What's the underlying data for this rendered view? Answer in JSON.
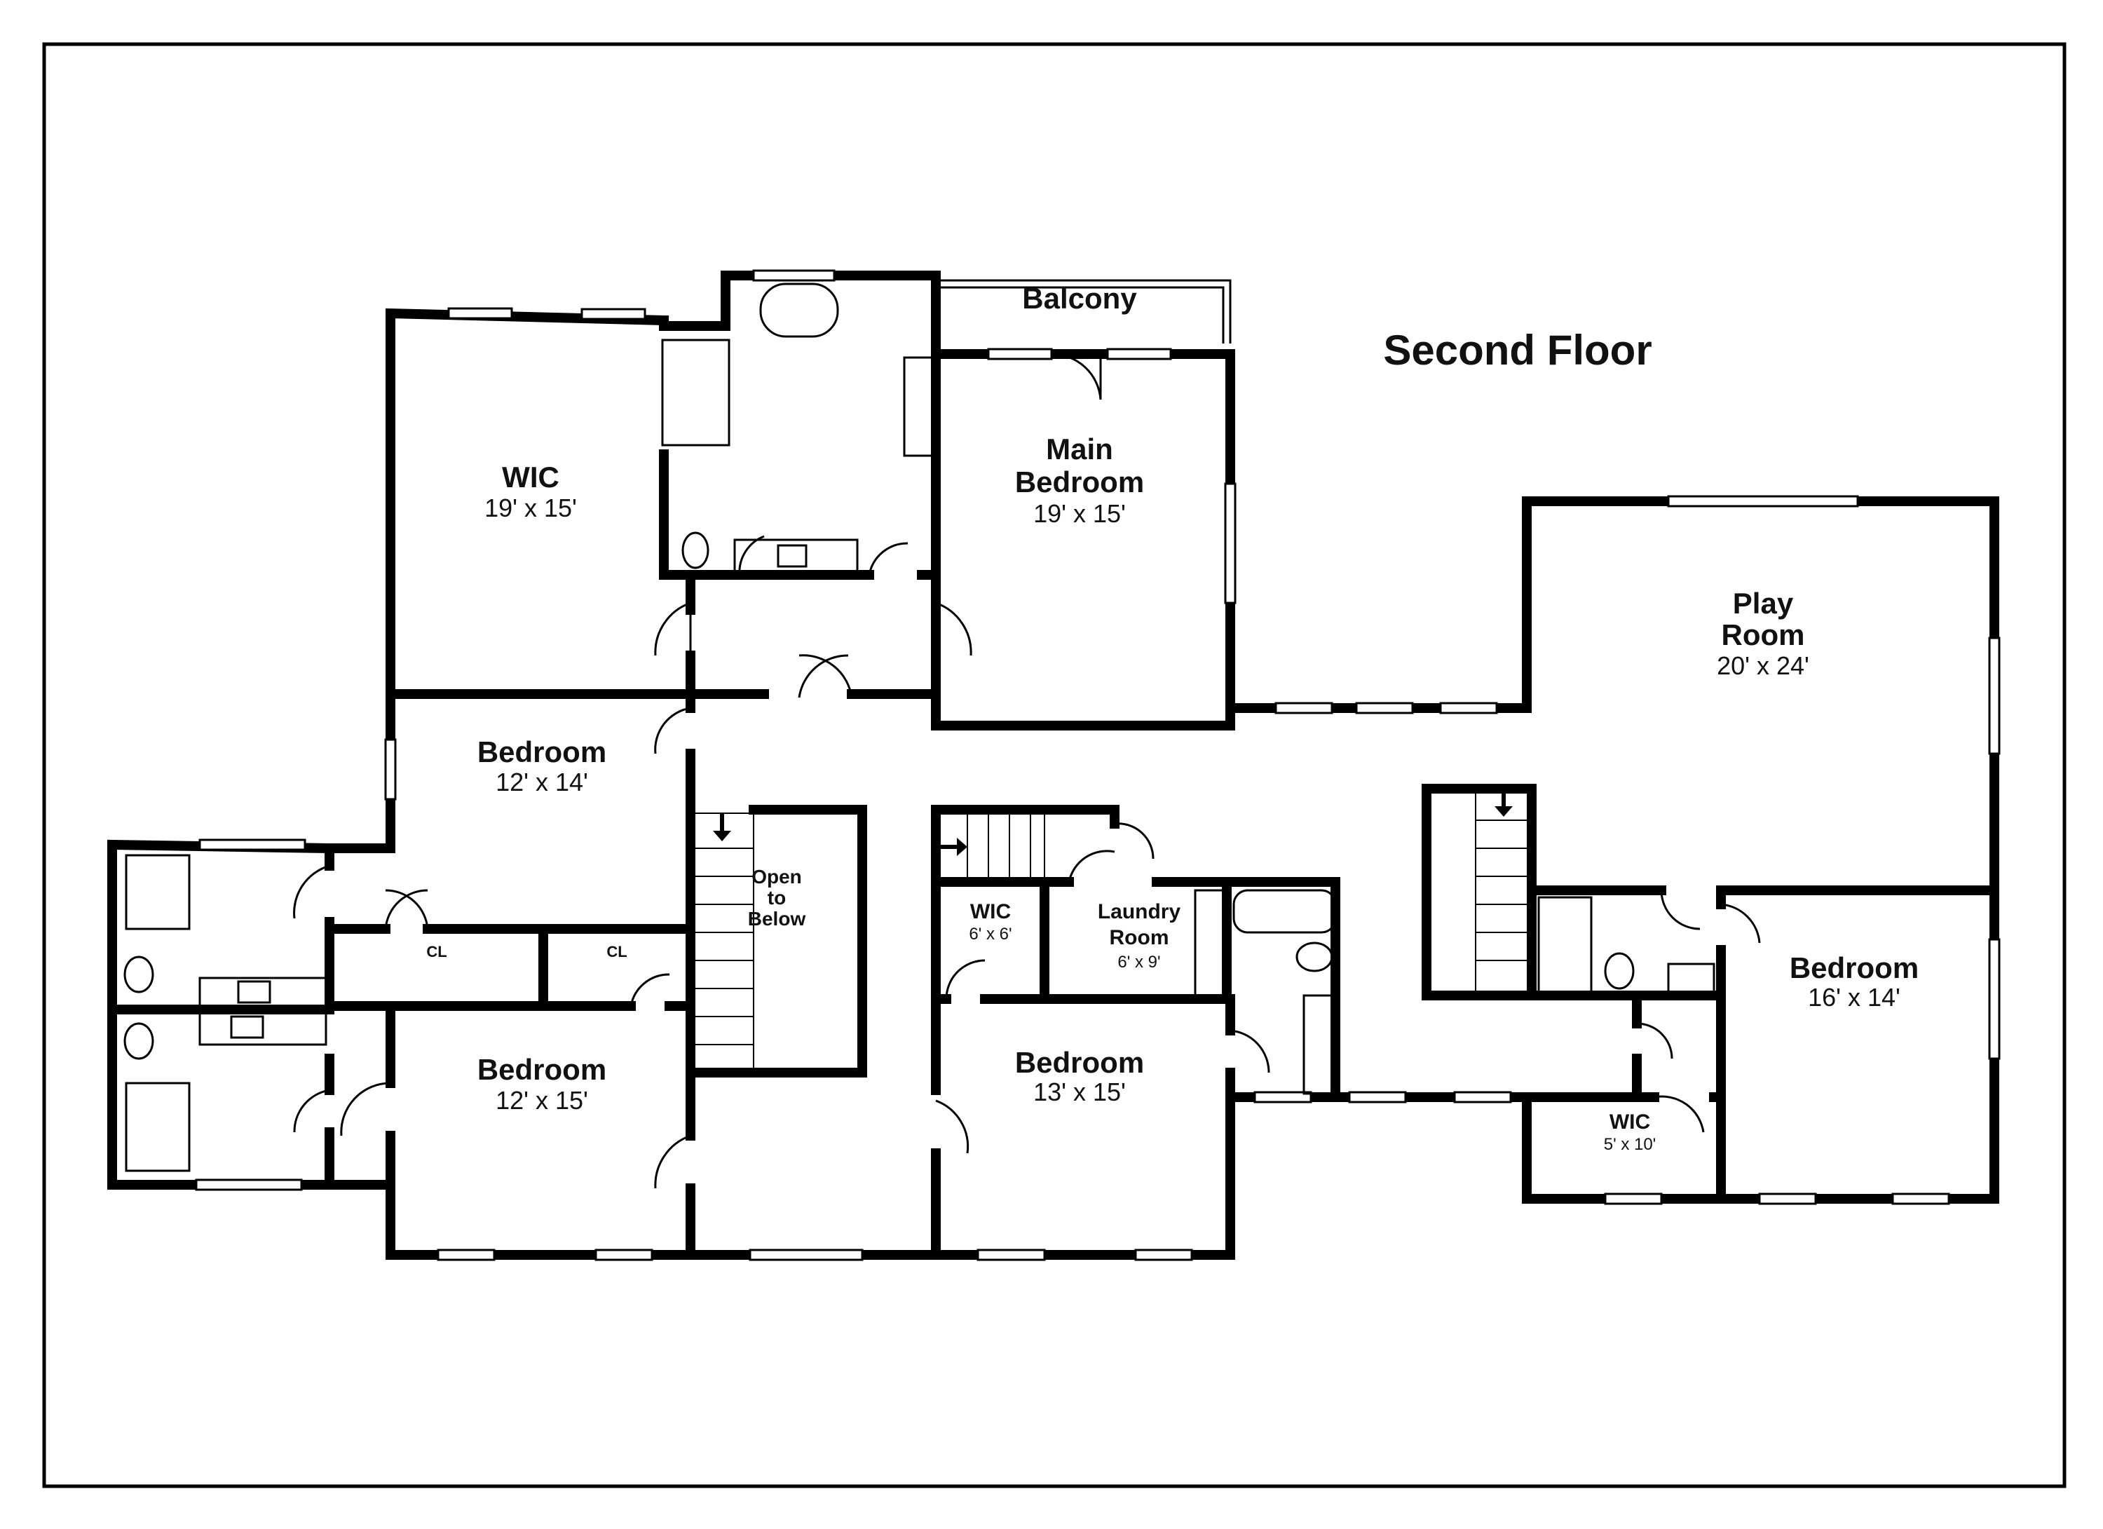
{
  "title": "Second Floor",
  "rooms": {
    "wic_main": {
      "name": "WIC",
      "dims": "19' x 15'"
    },
    "balcony": {
      "name": "Balcony"
    },
    "main_bedroom": {
      "line1": "Main",
      "line2": "Bedroom",
      "dims": "19' x 15'"
    },
    "play_room": {
      "line1": "Play",
      "line2": "Room",
      "dims": "20' x 24'"
    },
    "bedroom_nw": {
      "name": "Bedroom",
      "dims": "12' x 14'"
    },
    "bedroom_sw": {
      "name": "Bedroom",
      "dims": "12' x 15'"
    },
    "bedroom_center": {
      "name": "Bedroom",
      "dims": "13' x 15'"
    },
    "bedroom_east": {
      "name": "Bedroom",
      "dims": "16' x 14'"
    },
    "wic_small": {
      "name": "WIC",
      "dims": "6' x 6'"
    },
    "laundry": {
      "line1": "Laundry",
      "line2": "Room",
      "dims": "6' x 9'"
    },
    "wic_east": {
      "name": "WIC",
      "dims": "5' x 10'"
    },
    "open_to_below": {
      "line1": "Open",
      "line2": "to",
      "line3": "Below"
    },
    "closet_1": {
      "name": "CL"
    },
    "closet_2": {
      "name": "CL"
    }
  }
}
